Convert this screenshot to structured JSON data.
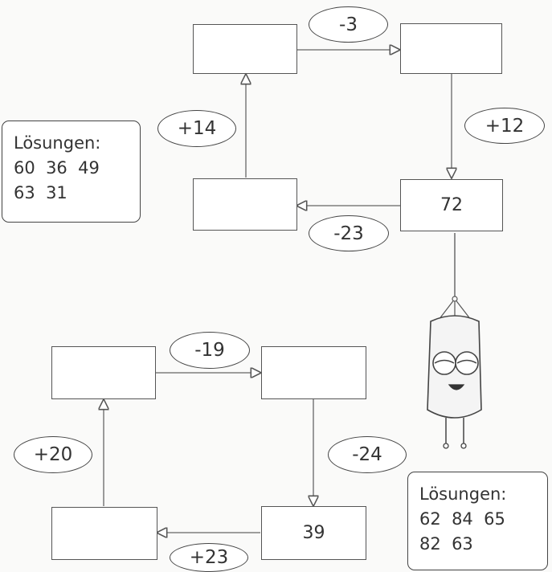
{
  "upper_cycle": {
    "boxes": {
      "top_left": "",
      "top_right": "",
      "bottom_right": "72",
      "bottom_left": ""
    },
    "operations": {
      "top": "-3",
      "right": "+12",
      "bottom": "-23",
      "left": "+14"
    },
    "solutions": {
      "title": "Lösungen:",
      "line1": "60  36  49",
      "line2": "63  31"
    }
  },
  "lower_cycle": {
    "boxes": {
      "top_left": "",
      "top_right": "",
      "bottom_right": "39",
      "bottom_left": ""
    },
    "operations": {
      "top": "-19",
      "right": "-24",
      "bottom": "+23",
      "left": "+20"
    },
    "solutions": {
      "title": "Lösungen:",
      "line1": "62  84  65",
      "line2": "82  63"
    }
  },
  "colors": {
    "line": "#555555",
    "box_fill": "#ffffff",
    "figure_fill": "#f4f4f4"
  }
}
